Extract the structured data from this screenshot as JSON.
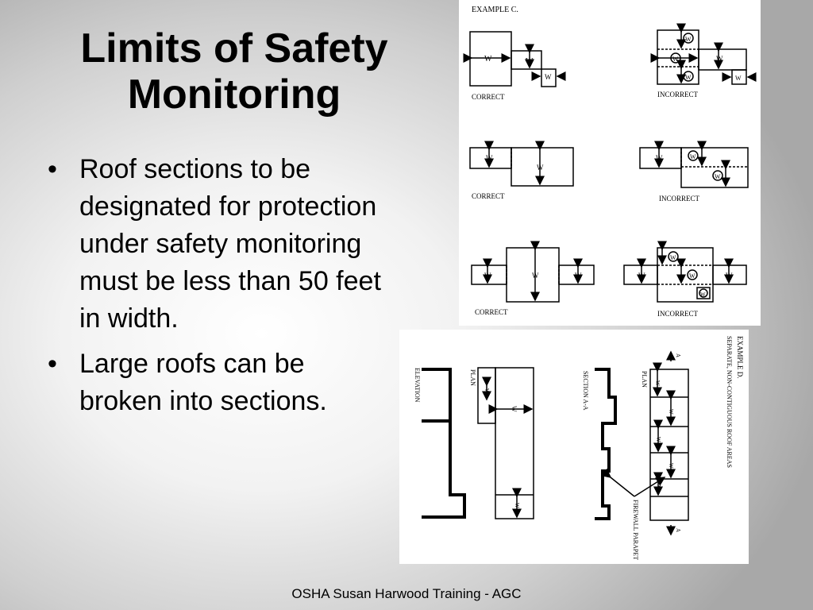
{
  "slide": {
    "title": "Limits of Safety Monitoring",
    "bullets": [
      "Roof sections to be designated for protection under safety monitoring must be less than 50 feet in width.",
      "Large roofs can be broken into sections."
    ],
    "footer": "OSHA Susan Harwood Training - AGC"
  },
  "example_c": {
    "heading": "EXAMPLE C.",
    "correct_label": "CORRECT",
    "incorrect_label": "INCORRECT",
    "width_marker": "W"
  },
  "example_d": {
    "heading_1": "EXAMPLE D.",
    "heading_2": "SEPARATE, NON-CONTIGUOUS ROOF AREAS",
    "elevation_label": "ELEVATION",
    "plan_label": "PLAN",
    "section_label": "SECTION A-A",
    "firewall_label": "FIREWALL PARAPET",
    "section_marker": "A",
    "width_marker": "W"
  }
}
